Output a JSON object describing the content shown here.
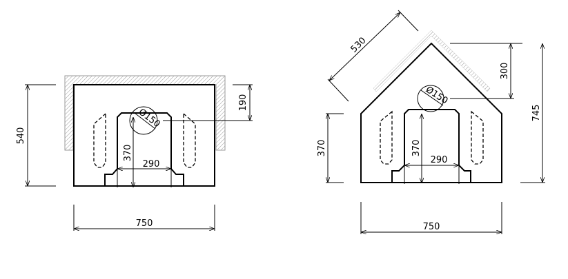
{
  "left_view": {
    "height_dim": "540",
    "offset_dim": "190",
    "diameter_dim": "Ø150",
    "inner_height_dim": "370",
    "inner_width_dim": "290",
    "width_dim": "750"
  },
  "right_view": {
    "roof_dim": "530",
    "offset_dim": "300",
    "total_height_dim": "745",
    "wall_height_dim": "370",
    "diameter_dim": "Ø150",
    "inner_height_dim": "370",
    "inner_width_dim": "290",
    "width_dim": "750"
  }
}
